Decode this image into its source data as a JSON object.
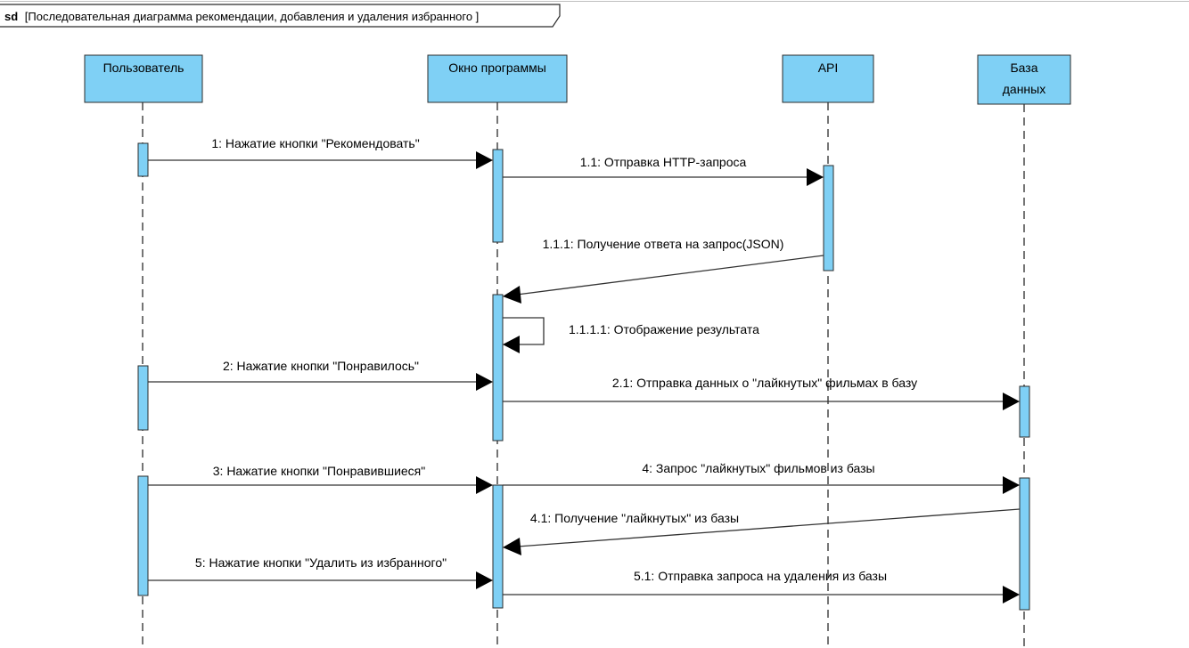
{
  "frame": {
    "keyword": "sd",
    "title": "[Последовательная диаграмма рекомендации, добавления и удаления избранного  ]"
  },
  "participants": [
    {
      "id": "user",
      "lines": [
        "Пользователь"
      ]
    },
    {
      "id": "window",
      "lines": [
        "Окно программы"
      ]
    },
    {
      "id": "api",
      "lines": [
        "API"
      ]
    },
    {
      "id": "db",
      "lines": [
        "База",
        "данных"
      ]
    }
  ],
  "messages": [
    {
      "id": "m1",
      "label": "1: Нажатие кнопки \"Рекомендовать\""
    },
    {
      "id": "m1_1",
      "label": "1.1: Отправка HTTP-запроса"
    },
    {
      "id": "m1_1_1",
      "label": "1.1.1: Получение ответа на запрос(JSON)"
    },
    {
      "id": "m1_1_1_1",
      "label": "1.1.1.1: Отображение результата"
    },
    {
      "id": "m2",
      "label": "2: Нажатие кнопки \"Понравилось\""
    },
    {
      "id": "m2_1",
      "label": "2.1: Отправка данных о \"лайкнутых\" фильмах в базу"
    },
    {
      "id": "m3",
      "label": "3: Нажатие кнопки \"Понравившиеся\""
    },
    {
      "id": "m4",
      "label": "4: Запрос \"лайкнутых\" фильмов из базы"
    },
    {
      "id": "m4_1",
      "label": "4.1: Получение \"лайкнутых\" из базы"
    },
    {
      "id": "m5",
      "label": "5: Нажатие кнопки \"Удалить из избранного\""
    },
    {
      "id": "m5_1",
      "label": "5.1: Отправка запроса на удаления из базы"
    }
  ],
  "colors": {
    "participant_fill": "#7fd0f5",
    "activation_fill": "#7fd0f5",
    "line": "#2b2b2b",
    "arrowhead": "#000000",
    "background": "#ffffff"
  }
}
